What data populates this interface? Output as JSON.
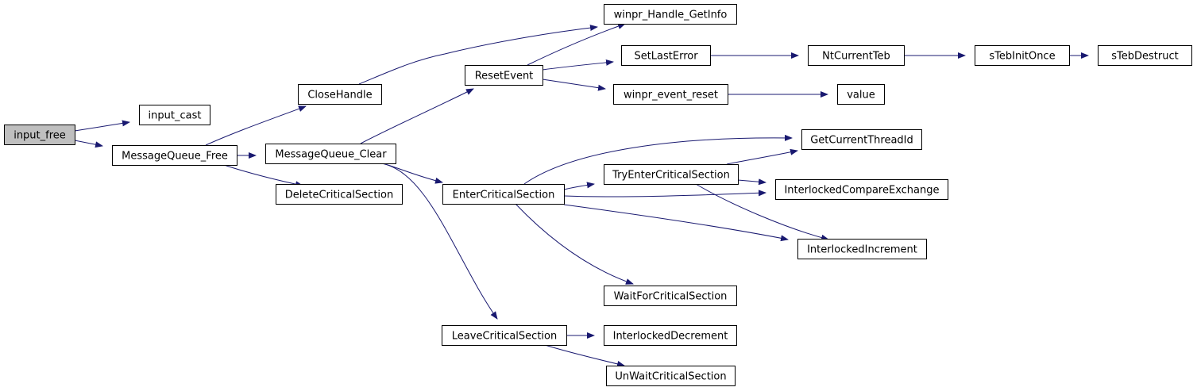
{
  "colors": {
    "edge": "#191970",
    "node_fill": "#ffffff",
    "root_fill": "#bfbfbf",
    "node_stroke": "#000000"
  },
  "nodes": [
    {
      "id": "input_free",
      "label": "input_free",
      "root": true
    },
    {
      "id": "input_cast",
      "label": "input_cast"
    },
    {
      "id": "MessageQueue_Free",
      "label": "MessageQueue_Free"
    },
    {
      "id": "CloseHandle",
      "label": "CloseHandle"
    },
    {
      "id": "MessageQueue_Clear",
      "label": "MessageQueue_Clear"
    },
    {
      "id": "DeleteCriticalSection",
      "label": "DeleteCriticalSection"
    },
    {
      "id": "ResetEvent",
      "label": "ResetEvent"
    },
    {
      "id": "EnterCriticalSection",
      "label": "EnterCriticalSection"
    },
    {
      "id": "LeaveCriticalSection",
      "label": "LeaveCriticalSection"
    },
    {
      "id": "winpr_Handle_GetInfo",
      "label": "winpr_Handle_GetInfo"
    },
    {
      "id": "SetLastError",
      "label": "SetLastError"
    },
    {
      "id": "winpr_event_reset",
      "label": "winpr_event_reset"
    },
    {
      "id": "TryEnterCriticalSection",
      "label": "TryEnterCriticalSection"
    },
    {
      "id": "WaitForCriticalSection",
      "label": "WaitForCriticalSection"
    },
    {
      "id": "InterlockedDecrement",
      "label": "InterlockedDecrement"
    },
    {
      "id": "UnWaitCriticalSection",
      "label": "UnWaitCriticalSection"
    },
    {
      "id": "NtCurrentTeb",
      "label": "NtCurrentTeb"
    },
    {
      "id": "value",
      "label": "value"
    },
    {
      "id": "GetCurrentThreadId",
      "label": "GetCurrentThreadId"
    },
    {
      "id": "InterlockedCompareExchange",
      "label": "InterlockedCompareExchange"
    },
    {
      "id": "InterlockedIncrement",
      "label": "InterlockedIncrement"
    },
    {
      "id": "sTebInitOnce",
      "label": "sTebInitOnce"
    },
    {
      "id": "sTebDestruct",
      "label": "sTebDestruct"
    }
  ],
  "edges": [
    {
      "from": "input_free",
      "to": "input_cast"
    },
    {
      "from": "input_free",
      "to": "MessageQueue_Free"
    },
    {
      "from": "MessageQueue_Free",
      "to": "CloseHandle"
    },
    {
      "from": "MessageQueue_Free",
      "to": "MessageQueue_Clear"
    },
    {
      "from": "MessageQueue_Free",
      "to": "DeleteCriticalSection"
    },
    {
      "from": "CloseHandle",
      "to": "winpr_Handle_GetInfo"
    },
    {
      "from": "MessageQueue_Clear",
      "to": "ResetEvent"
    },
    {
      "from": "MessageQueue_Clear",
      "to": "EnterCriticalSection"
    },
    {
      "from": "MessageQueue_Clear",
      "to": "LeaveCriticalSection"
    },
    {
      "from": "ResetEvent",
      "to": "winpr_Handle_GetInfo"
    },
    {
      "from": "ResetEvent",
      "to": "SetLastError"
    },
    {
      "from": "ResetEvent",
      "to": "winpr_event_reset"
    },
    {
      "from": "SetLastError",
      "to": "NtCurrentTeb"
    },
    {
      "from": "NtCurrentTeb",
      "to": "sTebInitOnce"
    },
    {
      "from": "sTebInitOnce",
      "to": "sTebDestruct"
    },
    {
      "from": "winpr_event_reset",
      "to": "value"
    },
    {
      "from": "EnterCriticalSection",
      "to": "GetCurrentThreadId"
    },
    {
      "from": "EnterCriticalSection",
      "to": "TryEnterCriticalSection"
    },
    {
      "from": "EnterCriticalSection",
      "to": "InterlockedCompareExchange"
    },
    {
      "from": "EnterCriticalSection",
      "to": "InterlockedIncrement"
    },
    {
      "from": "EnterCriticalSection",
      "to": "WaitForCriticalSection"
    },
    {
      "from": "TryEnterCriticalSection",
      "to": "GetCurrentThreadId"
    },
    {
      "from": "TryEnterCriticalSection",
      "to": "InterlockedCompareExchange"
    },
    {
      "from": "TryEnterCriticalSection",
      "to": "InterlockedIncrement"
    },
    {
      "from": "LeaveCriticalSection",
      "to": "InterlockedDecrement"
    },
    {
      "from": "LeaveCriticalSection",
      "to": "UnWaitCriticalSection"
    }
  ]
}
